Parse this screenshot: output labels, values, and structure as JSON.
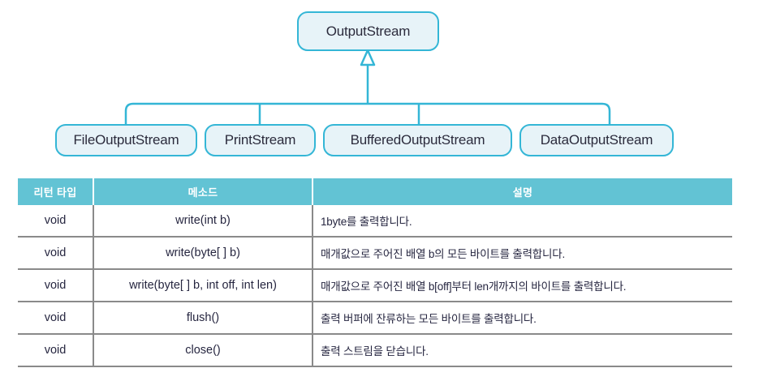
{
  "diagram": {
    "type": "uml-inheritance",
    "colors": {
      "box_fill": "#e7f3f8",
      "box_border": "#34b6d6",
      "connector": "#34b6d6",
      "text": "#2b2b3c"
    },
    "parent": {
      "label": "OutputStream"
    },
    "children": [
      {
        "label": "FileOutputStream"
      },
      {
        "label": "PrintStream"
      },
      {
        "label": "BufferedOutputStream"
      },
      {
        "label": "DataOutputStream"
      }
    ]
  },
  "table": {
    "colors": {
      "header_bg": "#62c3d4",
      "header_text": "#ffffff",
      "row_border": "#8a8a8a",
      "cell_text": "#262640"
    },
    "headers": [
      "리턴 타입",
      "메소드",
      "설명"
    ],
    "rows": [
      {
        "return_type": "void",
        "method": "write(int b)",
        "description": "1byte를 출력합니다."
      },
      {
        "return_type": "void",
        "method": "write(byte[ ] b)",
        "description": "매개값으로 주어진 배열 b의 모든 바이트를 출력합니다."
      },
      {
        "return_type": "void",
        "method": "write(byte[ ] b, int off, int len)",
        "description": "매개값으로 주어진 배열 b[off]부터 len개까지의 바이트를 출력합니다."
      },
      {
        "return_type": "void",
        "method": "flush()",
        "description": "출력 버퍼에 잔류하는 모든 바이트를 출력합니다."
      },
      {
        "return_type": "void",
        "method": "close()",
        "description": "출력 스트림을 닫습니다."
      }
    ]
  }
}
